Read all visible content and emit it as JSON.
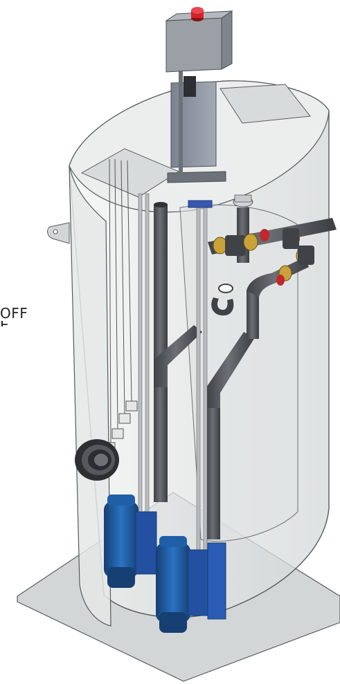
{
  "labels": {
    "float_label": "OFF"
  },
  "colors": {
    "tank_fill": "#e8eaea",
    "tank_edge": "#555b5c",
    "base_plate": "#d3d6d6",
    "pipe": "#5b5f63",
    "pipe_dark": "#3f4246",
    "pump_blue": "#1f5fa8",
    "pump_dark": "#163f73",
    "control_box": "#8f96a3",
    "control_top": "#9aa0a6",
    "alarm_red": "#d4222a",
    "valve_brass": "#c9a23a",
    "valve_red": "#c0282d",
    "rail": "#b9bdc0"
  },
  "components": [
    "control-box",
    "alarm-light",
    "wet-well-tank",
    "base-plate",
    "discharge-pipes",
    "check-valves",
    "float-switches",
    "guide-rails",
    "pump-left",
    "pump-right",
    "inlet-hub",
    "vent-cap"
  ]
}
